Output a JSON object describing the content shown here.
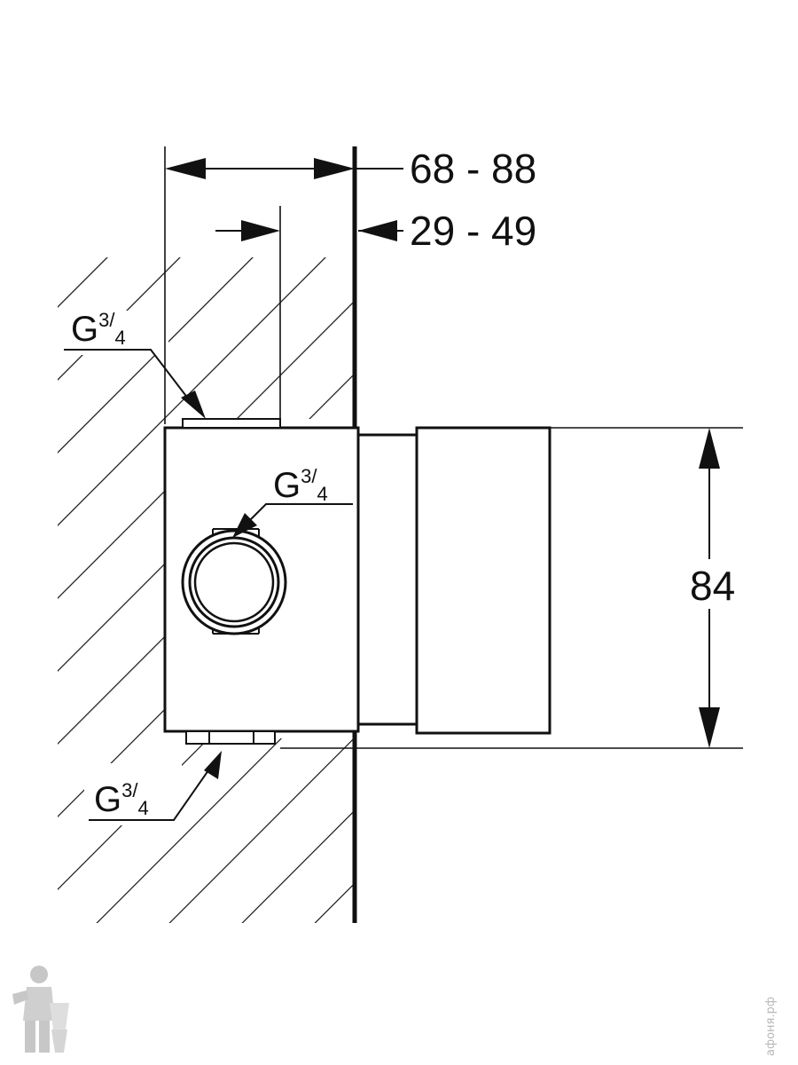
{
  "dimensions": {
    "overall_depth": "68 - 88",
    "install_depth": "29 - 49",
    "height": "84"
  },
  "connections": [
    {
      "id": "top",
      "main": "G",
      "num": "3",
      "den": "4"
    },
    {
      "id": "side",
      "main": "G",
      "num": "3",
      "den": "4"
    },
    {
      "id": "bottom",
      "main": "G",
      "num": "3",
      "den": "4"
    }
  ],
  "watermark": {
    "text": "афоня.рф"
  },
  "colors": {
    "line": "#111111",
    "background": "#ffffff",
    "watermark": "#b8b8b8"
  }
}
